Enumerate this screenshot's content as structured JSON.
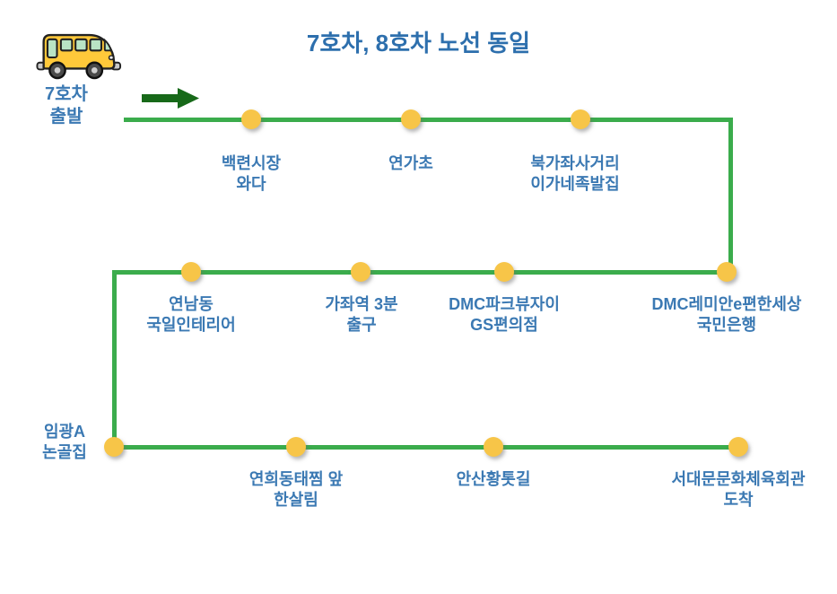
{
  "title": "7호차, 8호차 노선 동일",
  "start_label": {
    "line1": "7호차",
    "line2": "출발"
  },
  "icons": {
    "bus": "school-bus-icon",
    "arrow": "right-arrow-icon"
  },
  "colors": {
    "title_blue": "#2d6fad",
    "label_blue": "#3b79b3",
    "route_green": "#3bac4c",
    "arrow_dark_green": "#176919",
    "stop_yellow": "#f7c548"
  },
  "stops": [
    {
      "line1": "백련시장",
      "line2": "와다"
    },
    {
      "line1": "연가초",
      "line2": ""
    },
    {
      "line1": "북가좌사거리",
      "line2": "이가네족발집"
    },
    {
      "line1": "연남동",
      "line2": "국일인테리어"
    },
    {
      "line1": "가좌역 3분",
      "line2": "출구"
    },
    {
      "line1": "DMC파크뷰자이",
      "line2": "GS편의점"
    },
    {
      "line1": "DMC레미안e편한세상",
      "line2": "국민은행"
    },
    {
      "line1": "임광A",
      "line2": "논골집"
    },
    {
      "line1": "연희동태찜 앞",
      "line2": "한살림"
    },
    {
      "line1": "안산황톳길",
      "line2": ""
    },
    {
      "line1": "서대문문화체육회관",
      "line2": "도착"
    }
  ]
}
